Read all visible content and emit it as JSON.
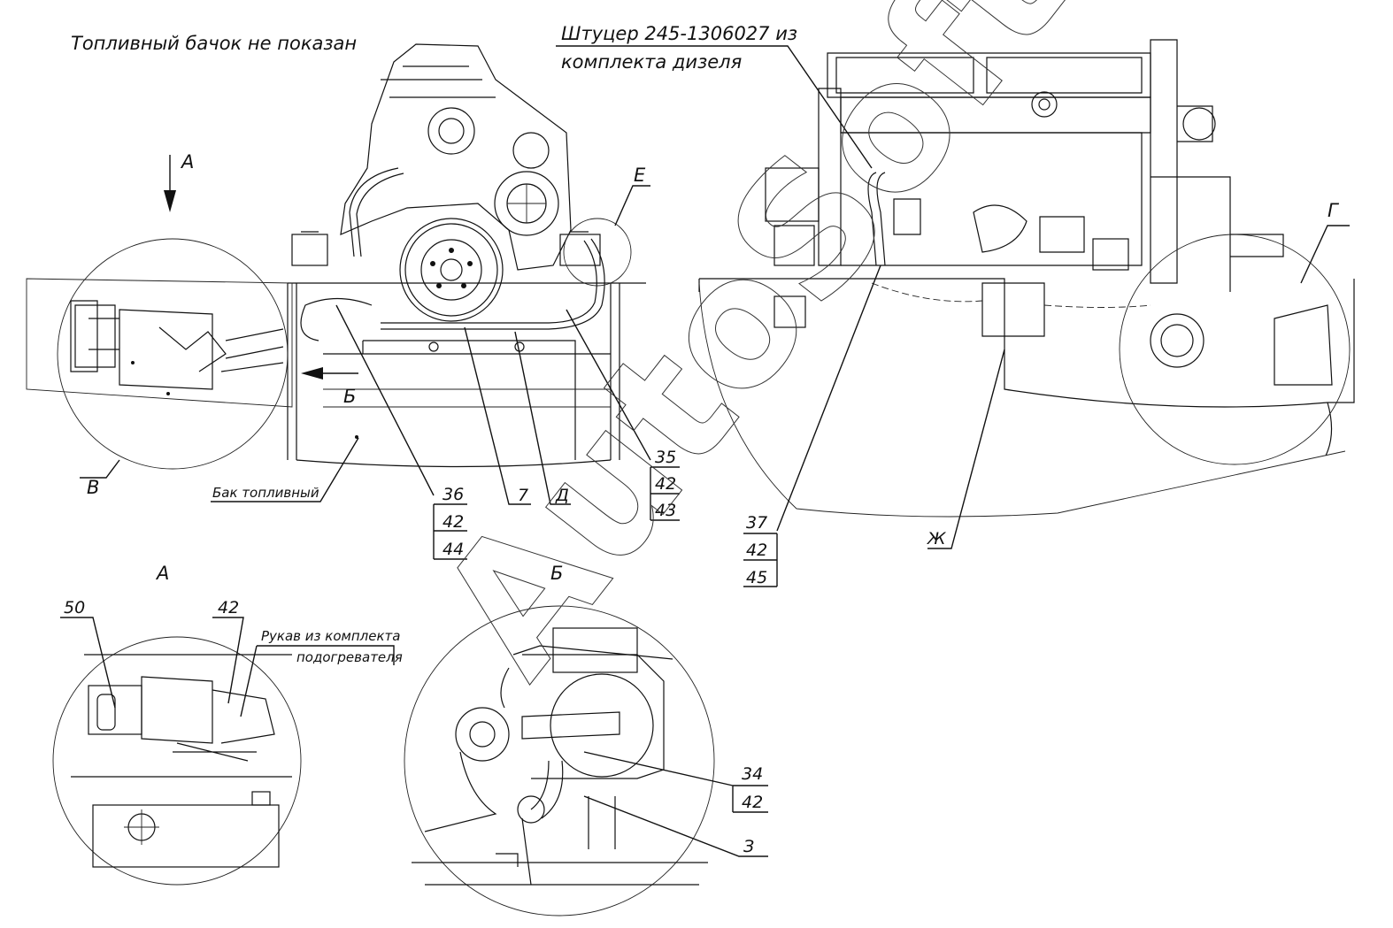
{
  "notes": {
    "tank_not_shown": "Топливный бачок не показан",
    "fitting_line1": "Штуцер 245-1306027 из",
    "fitting_line2": "комплекта дизеля",
    "fuel_tank": "Бак топливный",
    "hose_line1": "Рукав из комплекта",
    "hose_line2": "подогревателя"
  },
  "views": {
    "A": "А",
    "B": "Б",
    "V": "В",
    "G": "Г",
    "D": "Д",
    "E": "Е",
    "Zh": "Ж",
    "Z": "З",
    "view_A_title": "А",
    "view_B_title": "Б"
  },
  "callouts": {
    "c36": [
      "36",
      "42",
      "44"
    ],
    "c7": "7",
    "c35": [
      "35",
      "42",
      "43"
    ],
    "c37": [
      "37",
      "42",
      "45"
    ],
    "c50": "50",
    "c42": "42",
    "c34": [
      "34",
      "42"
    ],
    "c3": "З"
  },
  "watermark": "AutoSoft"
}
